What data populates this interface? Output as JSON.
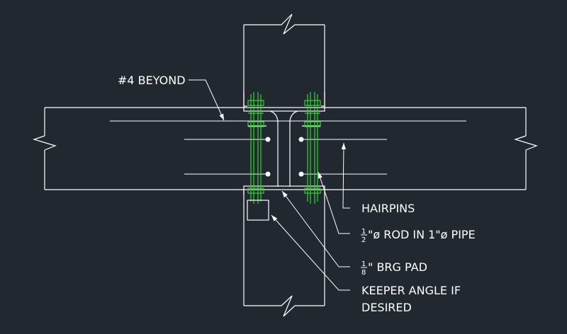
{
  "drawing": {
    "background": "#212830",
    "line_color": "#ffffff",
    "rod_color": "#2fd62f",
    "labels": {
      "beyond": "#4 BEYOND",
      "hairpins": "HAIRPINS",
      "rod_frac_num": "1",
      "rod_frac_den": "2",
      "rod_text": "\"ø ROD IN 1\"ø PIPE",
      "pad_frac_num": "1",
      "pad_frac_den": "8",
      "pad_text": "\" BRG PAD",
      "keeper_line1": "KEEPER ANGLE IF",
      "keeper_line2": "DESIRED"
    }
  }
}
